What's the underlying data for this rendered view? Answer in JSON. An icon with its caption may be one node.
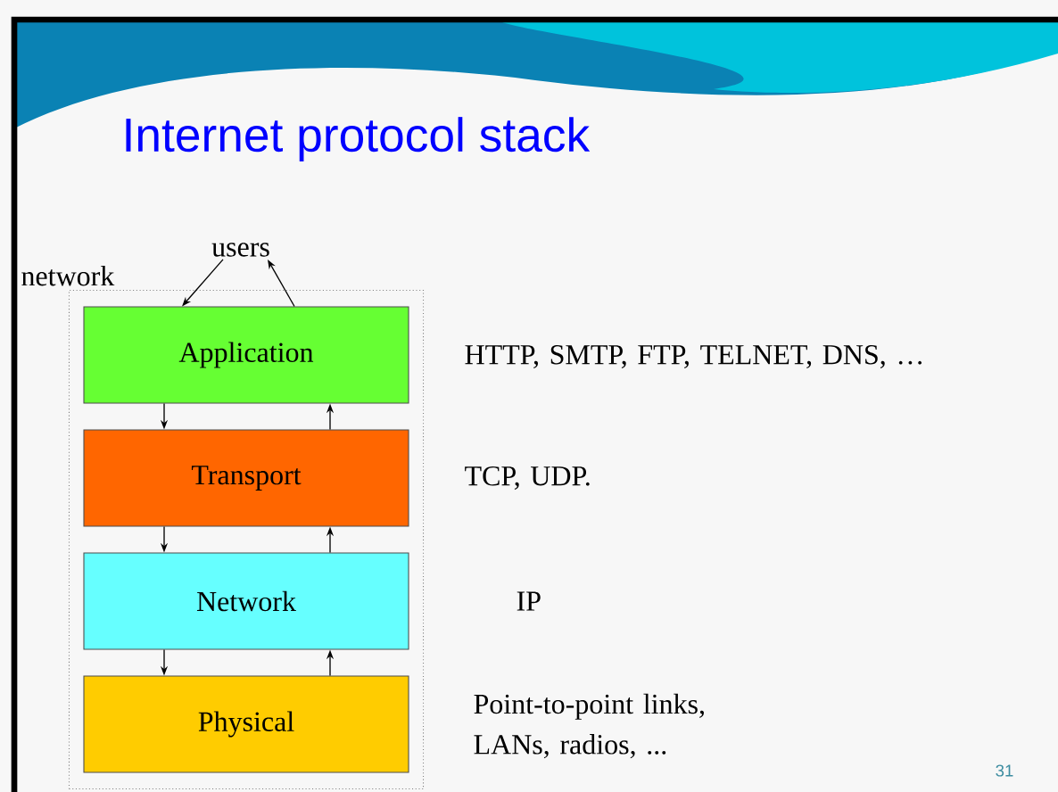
{
  "diagram": {
    "title": "Internet protocol stack",
    "nodes": [
      {
        "text": [
          "network"
        ]
      },
      {
        "text": [
          "Application"
        ],
        "in": 0,
        "beside": [
          "HTTP, SMTP, FTP, TELNET, DNS, …"
        ]
      },
      {
        "text": [
          "Transport"
        ],
        "in": 0,
        "beside": [
          "TCP, UDP."
        ]
      },
      {
        "text": [
          "Network"
        ],
        "in": 0,
        "beside": [
          "IP"
        ]
      },
      {
        "text": [
          "Physical"
        ],
        "in": 0,
        "beside": [
          "Point-to-point links, LANs, radios, ..."
        ]
      },
      {
        "text": [
          "users"
        ]
      }
    ],
    "edges": [
      {
        "from": 5,
        "to": 1,
        "arrow": "to"
      },
      {
        "from": 1,
        "to": 5,
        "arrow": "to"
      },
      {
        "from": 1,
        "to": 2,
        "arrow": "to"
      },
      {
        "from": 2,
        "to": 1,
        "arrow": "to"
      },
      {
        "from": 2,
        "to": 3,
        "arrow": "to"
      },
      {
        "from": 3,
        "to": 2,
        "arrow": "to"
      },
      {
        "from": 3,
        "to": 4,
        "arrow": "to"
      },
      {
        "from": 4,
        "to": 3,
        "arrow": "to"
      }
    ],
    "labels": [
      "31"
    ]
  }
}
